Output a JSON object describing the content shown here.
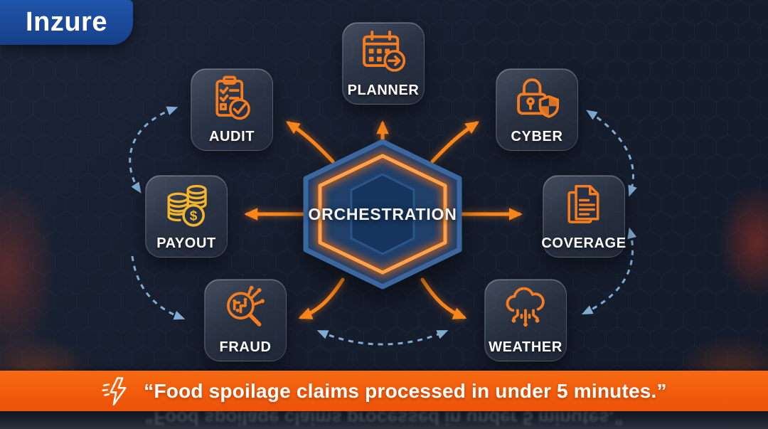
{
  "logo": {
    "text": "Inzure",
    "bg_color": "#1d4da0"
  },
  "center": {
    "label": "ORCHESTRATION"
  },
  "nodes": [
    {
      "id": "planner",
      "label": "PLANNER",
      "icon": "calendar-arrow-icon"
    },
    {
      "id": "audit",
      "label": "AUDIT",
      "icon": "clipboard-check-icon"
    },
    {
      "id": "cyber",
      "label": "CYBER",
      "icon": "lock-shield-icon"
    },
    {
      "id": "payout",
      "label": "PAYOUT",
      "icon": "coins-dollar-icon"
    },
    {
      "id": "coverage",
      "label": "COVERAGE",
      "icon": "documents-icon"
    },
    {
      "id": "fraud",
      "label": "FRAUD",
      "icon": "magnifier-circuit-icon"
    },
    {
      "id": "weather",
      "label": "WEATHER",
      "icon": "cloud-circuit-icon"
    }
  ],
  "icons": {
    "payout_symbol": "$"
  },
  "banner": {
    "quote": "“Food spoilage claims processed in under 5 minutes.”",
    "icon": "lightning-icon",
    "bg_color": "#f15a0c"
  },
  "colors": {
    "accent_orange": "#f9861c",
    "payout_gold": "#f2b52d",
    "dashed_blue": "#82abd0",
    "background": "#161e2e",
    "hexagon_blue": "#1f3f6a"
  }
}
